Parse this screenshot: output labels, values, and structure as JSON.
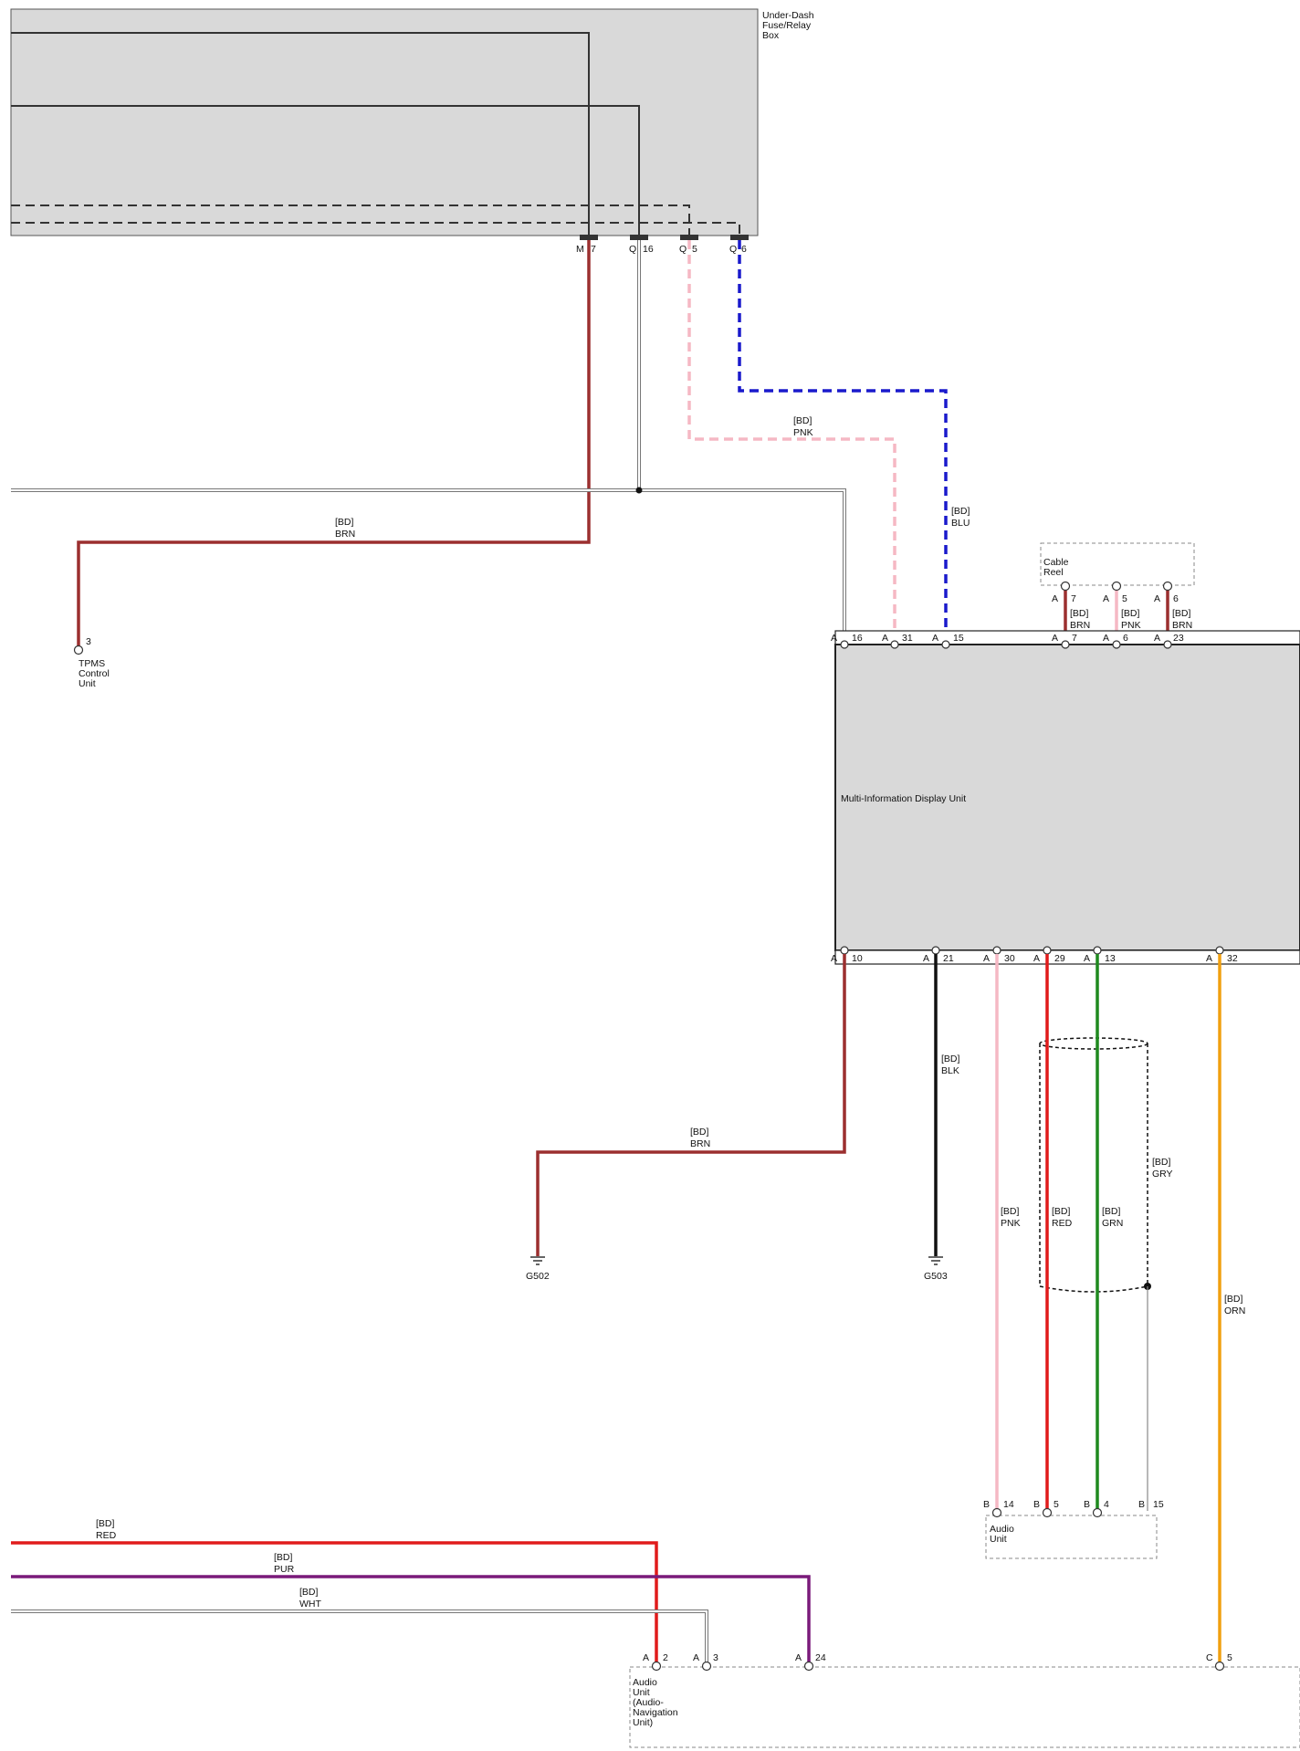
{
  "components": {
    "fuse_box": [
      "Under-Dash",
      "Fuse/Relay",
      "Box"
    ],
    "tpms": [
      "TPMS",
      "Control",
      "Unit"
    ],
    "cable_reel": [
      "Cable",
      "Reel"
    ],
    "mid": "Multi-Information Display Unit",
    "audio_b": [
      "Audio",
      "Unit"
    ],
    "audio_nav": [
      "Audio",
      "Unit",
      "(Audio-",
      "Navigation",
      "Unit)"
    ]
  },
  "grounds": {
    "g502": "G502",
    "g503": "G503"
  },
  "pins": {
    "fuse_m7": [
      "M",
      "7"
    ],
    "fuse_q16a": [
      "Q",
      "16"
    ],
    "fuse_q5": [
      "Q",
      "5"
    ],
    "fuse_q6": [
      "Q",
      "6"
    ],
    "tpms3": "3",
    "cr7": [
      "A",
      "7"
    ],
    "cr5": [
      "A",
      "5"
    ],
    "cr6": [
      "A",
      "6"
    ],
    "mid_a16": [
      "A",
      "16"
    ],
    "mid_a31": [
      "A",
      "31"
    ],
    "mid_a15": [
      "A",
      "15"
    ],
    "mid_a7": [
      "A",
      "7"
    ],
    "mid_a6": [
      "A",
      "6"
    ],
    "mid_a23": [
      "A",
      "23"
    ],
    "mid_a10": [
      "A",
      "10"
    ],
    "mid_a21": [
      "A",
      "21"
    ],
    "mid_a30": [
      "A",
      "30"
    ],
    "mid_a29": [
      "A",
      "29"
    ],
    "mid_a13": [
      "A",
      "13"
    ],
    "mid_a32": [
      "A",
      "32"
    ],
    "au_b14": [
      "B",
      "14"
    ],
    "au_b5": [
      "B",
      "5"
    ],
    "au_b4": [
      "B",
      "4"
    ],
    "au_b15": [
      "B",
      "15"
    ],
    "nav_a2": [
      "A",
      "2"
    ],
    "nav_a3": [
      "A",
      "3"
    ],
    "nav_a24": [
      "A",
      "24"
    ],
    "nav_c5": [
      "C",
      "5"
    ]
  },
  "wires": {
    "brn_tpms": [
      "[BD]",
      "BRN"
    ],
    "pnk_q5": [
      "[BD]",
      "PNK"
    ],
    "blu_q6": [
      "[BD]",
      "BLU"
    ],
    "brn_cr7": [
      "[BD]",
      "BRN"
    ],
    "pnk_cr5": [
      "[BD]",
      "PNK"
    ],
    "brn_cr6": [
      "[BD]",
      "BRN"
    ],
    "brn_g502": [
      "[BD]",
      "BRN"
    ],
    "blk_g503": [
      "[BD]",
      "BLK"
    ],
    "gry_shield": [
      "[BD]",
      "GRY"
    ],
    "pnk_30": [
      "[BD]",
      "PNK"
    ],
    "red_29": [
      "[BD]",
      "RED"
    ],
    "grn_13": [
      "[BD]",
      "GRN"
    ],
    "orn_32": [
      "[BD]",
      "ORN"
    ],
    "red_nav": [
      "[BD]",
      "RED"
    ],
    "pur_nav": [
      "[BD]",
      "PUR"
    ],
    "wht_nav": [
      "[BD]",
      "WHT"
    ]
  },
  "colors": {
    "brn": "#9b2f2f",
    "pnk": "#f5b8c4",
    "blu": "#1a1acc",
    "blk": "#111111",
    "red": "#e01b1b",
    "grn": "#1f8a1f",
    "orn": "#f0a010",
    "pur": "#7a1a7a",
    "gry": "#888888",
    "wht": "#777777",
    "box_fill": "#d9d9d9"
  }
}
